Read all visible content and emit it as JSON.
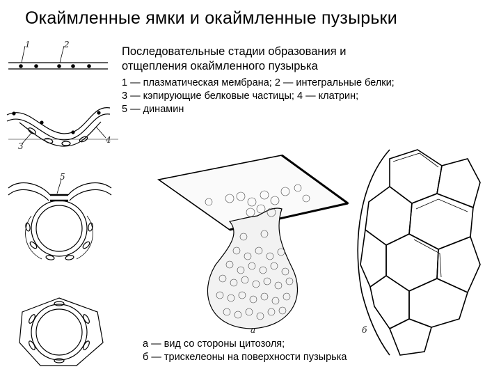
{
  "title": "Окаймленные ямки и окаймленные пузырьки",
  "subtitle": [
    "Последовательные стадии образования и",
    "отщепления окаймленного пузырька"
  ],
  "legend": [
    "1 — плазматическая мембрана; 2 — интегральные белки;",
    "3 — кэпирующие белковые частицы; 4 — клатрин;",
    "5 — динамин"
  ],
  "caption": [
    "а — вид со стороны цитозоля;",
    "б — трискелеоны на поверхности пузырька"
  ],
  "figure_labels": {
    "n1": "1",
    "n2": "2",
    "n3": "3",
    "n4": "4",
    "n5": "5",
    "a": "а",
    "b": "б"
  }
}
